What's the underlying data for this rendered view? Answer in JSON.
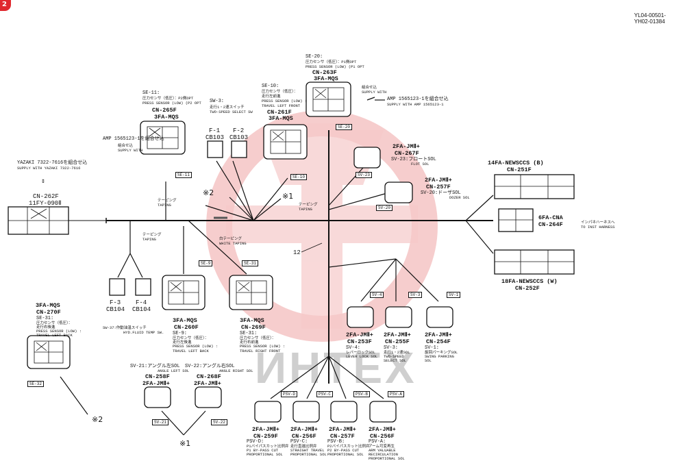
{
  "doc_ids": {
    "line1": "YL04-00501-",
    "line2": "YH02-01384"
  },
  "badge": "2",
  "watermark": "ИНТЕХ",
  "harness_number": "12",
  "marks": {
    "m2": "※2",
    "m1": "※1"
  },
  "taping": {
    "t1": {
      "jp": "テーピング",
      "en": "TAPING"
    },
    "t2": {
      "jp": "テーピング",
      "en": "TAPING"
    },
    "t3": {
      "jp": "テーピング",
      "en": "TAPING"
    },
    "white": {
      "jp": "白テーピング",
      "en": "WHITE TAPING"
    }
  },
  "yazaki": {
    "l1": "YAZAKI  7322-7616を組合せ込",
    "l2": "SUPPLY WITH YAZAKI 7322-7616"
  },
  "amp_left": {
    "l1": "AMP 1565123-1を組合せ込",
    "l2": "組合せ込",
    "l3": "SUPPLY WITH"
  },
  "amp_right": {
    "l1": "組合せ込",
    "l2": "SUPPLY WITH",
    "l3": "AMP 1565123-1を組合せ込",
    "l4": "SUPPLY WITH AMP 1565123-1"
  },
  "cn262": {
    "name": "CN-262F",
    "type": "11FY-090Ⅱ"
  },
  "se20": {
    "code": "SE-20:",
    "jp": "圧力センサ（低圧）：P1側OPT",
    "en": "PRESS SENSOR (LOW) (P1 OPT",
    "cn": "CN-263F",
    "type": "3FA-MQS",
    "tag": "SE-20"
  },
  "se11": {
    "code": "SE-11:",
    "jp": "圧力センサ（低圧）：P2側OPT",
    "en": "PRESS SENSOR (LOW) (P2 OPT",
    "cn": "CN-265F",
    "type": "3FA-MQS",
    "tag": "SE-11"
  },
  "se10": {
    "code": "SE-10:",
    "jp": "圧力センサ（低圧）：",
    "jp2": "走行左前進",
    "en": "PRESS SENSOR (LOW) :",
    "en2": "TRAVEL LEFT FRONT",
    "cn": "CN-261F",
    "type": "3FA-MQS",
    "tag": "SE-10"
  },
  "sw3": {
    "code": "SW-3:",
    "jp": "走行1・2速スイッチ",
    "en": "TWO-SPEED SELECT SW",
    "f1": "F-1",
    "f1c": "CB103",
    "f2": "F-2",
    "f2c": "CB103"
  },
  "sv23": {
    "type": "2FA-JMⅡ+",
    "cn": "CN-267F",
    "desc": "SV-23:フロートSOL",
    "en": "FLOT SOL",
    "tag": "SV-23"
  },
  "sv20": {
    "type": "2FA-JMⅡ+",
    "cn": "CN-257F",
    "desc": "SV-20:ドーザSOL",
    "en": "DOZER SOL",
    "tag": "SV-20"
  },
  "cn251": {
    "type": "14FA-NEWSCCS (B)",
    "cn": "CN-251F"
  },
  "cn264": {
    "type": "6FA-CNA",
    "cn": "CN-264F"
  },
  "cn252": {
    "type": "18FA-NEWSCCS (W)",
    "cn": "CN-252F"
  },
  "inst": {
    "jp": "インパネハーネスへ",
    "en": "TO INST HARNESS"
  },
  "f3": {
    "name": "F-3",
    "code": "CB104"
  },
  "f4": {
    "name": "F-4",
    "code": "CB104"
  },
  "sw37": {
    "l1": "SW-37:作動油温スイッチ",
    "l2": "HYD.FLUID TEMP SW."
  },
  "se9": {
    "tag": "SE-9",
    "type": "3FA-MQS",
    "cn": "CN-260F",
    "code": "SE-9:",
    "jp": "圧力センサ（低圧）：",
    "jp2": "走行左後進",
    "en": "PRESS SENSOR (LOW) :",
    "en2": "TRAVEL LEFT BACK"
  },
  "se31": {
    "tag": "SE-31",
    "type": "3FA-MQS",
    "cn": "CN-269F",
    "code": "SE-31:",
    "jp": "圧力センサ（低圧）：",
    "jp2": "走行右前進",
    "en": "PRESS SENSOR (LOW) :",
    "en2": "TRAVEL RIGHT FRONT"
  },
  "cn270": {
    "type": "3FA-MQS",
    "cn": "CN-270F",
    "code": "SE-31:",
    "jp": "圧力センサ（低圧）：",
    "jp2": "走行右後進",
    "en": "PRESS SENSOR (LOW) :",
    "en2": "TRAVEL LEFT BACK",
    "tag": "SE-32"
  },
  "sv4": {
    "tag": "SV-4",
    "type": "2FA-JMⅡ+",
    "cn": "CN-253F",
    "code": "SV-4:",
    "jp": "レバーロックSOL",
    "en": "LEVER LOCK SOL"
  },
  "sv3": {
    "tag": "SV-3",
    "type": "2FA-JMⅡ+",
    "cn": "CN-255F",
    "code": "SV-3:",
    "jp": "走行1・2速SOL",
    "en": "TWO-SPEED",
    "en2": "SELECT SOL"
  },
  "sv1": {
    "tag": "SV-1",
    "type": "2FA-JMⅡ+",
    "cn": "CN-254F",
    "code": "SV-1:",
    "jp": "旋回パーキングSOL",
    "en": "SWING PARKING",
    "en2": "SOL"
  },
  "sv21": {
    "label": "SV-21:アングル左SOL",
    "en": "ANGLE LEFT SOL",
    "cn": "CN-258F",
    "type": "2FA-JMⅡ+",
    "tag": "SV-21"
  },
  "sv22": {
    "label": "SV-22:アングル右SOL",
    "en": "ANGLE RIGHT SOL",
    "cn": "CN-268F",
    "type": "2FA-JMⅡ+",
    "tag": "SV-22"
  },
  "psvd": {
    "tag": "PSV-D",
    "type": "2FA-JMⅡ+",
    "cn": "CN-259F",
    "code": "PSV-D:",
    "jp": "P1バイパスカット比例弁",
    "en": "P1 BY-PASS CUT",
    "en2": "PROPORTIONAL SOL"
  },
  "psvc": {
    "tag": "PSV-C",
    "type": "2FA-JMⅡ+",
    "cn": "CN-256F",
    "code": "PSV-C:",
    "jp": "走行直進比例弁",
    "en": "STRAIGHT TRAVEL",
    "en2": "PROPORTIONAL SOL"
  },
  "psvb": {
    "tag": "PSV-B",
    "type": "2FA-JMⅡ+",
    "cn": "CN-257F",
    "code": "PSV-B:",
    "jp": "P2バイパスカット比例弁",
    "en": "P2 BY-PASS CUT",
    "en2": "PROPORTIONAL SOL"
  },
  "psva": {
    "tag": "PSV-A",
    "type": "2FA-JMⅡ+",
    "cn": "CN-256F",
    "code": "PSV-A:",
    "jp": "アーム可変再生",
    "en": "ARM VALUABLE",
    "en2": "RECIRCULATION",
    "en3": "PROPORTIONAL SOL"
  }
}
